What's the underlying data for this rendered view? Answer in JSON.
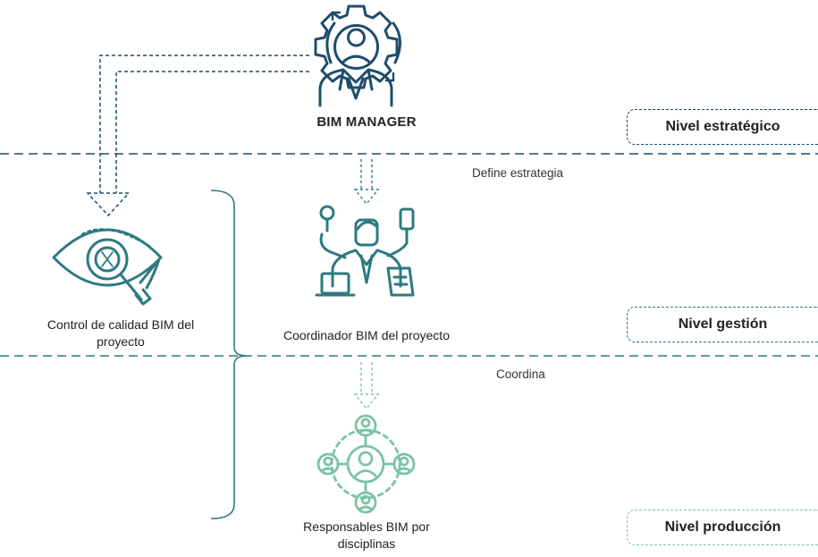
{
  "diagram": {
    "top_role": {
      "label": "BIM MANAGER",
      "icon": "manager-gear-icon"
    },
    "middle_role": {
      "label": "Coordinador BIM del proyecto",
      "icon": "coordinator-multitask-icon"
    },
    "bottom_role": {
      "label": "Responsables BIM por disciplinas",
      "icon": "network-people-icon"
    },
    "quality_control": {
      "label": "Control de calidad BIM del proyecto",
      "icon": "eye-magnifier-icon"
    },
    "connector_labels": {
      "first": "Define estrategia",
      "second": "Coordina"
    },
    "levels": [
      {
        "label": "Nivel estratégico",
        "color": "#1e4d6b"
      },
      {
        "label": "Nivel gestión",
        "color": "#2d7a82"
      },
      {
        "label": "Nivel producción",
        "color": "#7cc3a4"
      }
    ],
    "colors": {
      "dark": "#1e4d6b",
      "mid": "#2d7a82",
      "light": "#7cc3a4"
    }
  }
}
